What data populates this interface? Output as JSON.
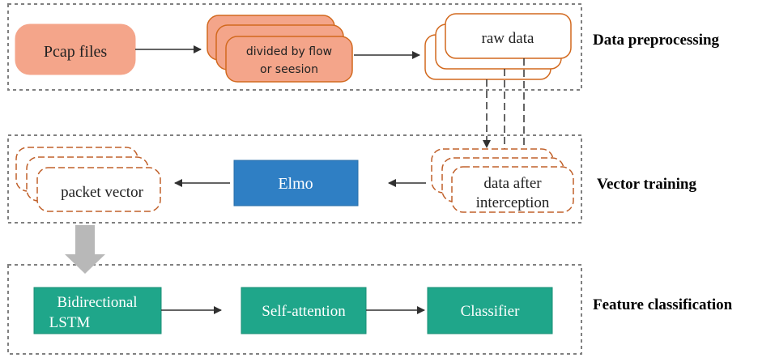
{
  "colors": {
    "orange_fill": "#f4a58a",
    "orange_stroke": "#d2691e",
    "dash_orange": "#c0602a",
    "blue": "#2f7fc4",
    "teal": "#1fa68a",
    "grey_arrow": "#b8b8b8",
    "section_border": "#808080",
    "arrow": "#303030"
  },
  "sections": {
    "data_preprocessing": "Data preprocessing",
    "vector_training": "Vector training",
    "feature_classification": "Feature classification"
  },
  "nodes": {
    "pcap_files": "Pcap files",
    "divided_line1": "divided by flow",
    "divided_line2": "or seesion",
    "raw_data": "raw data",
    "data_after_line1": "data after",
    "data_after_line2": "interception",
    "elmo": "Elmo",
    "packet_vector": "packet vector",
    "bilstm_line1": "Bidirectional",
    "bilstm_line2": "LSTM",
    "self_attention": "Self-attention",
    "classifier": "Classifier"
  }
}
